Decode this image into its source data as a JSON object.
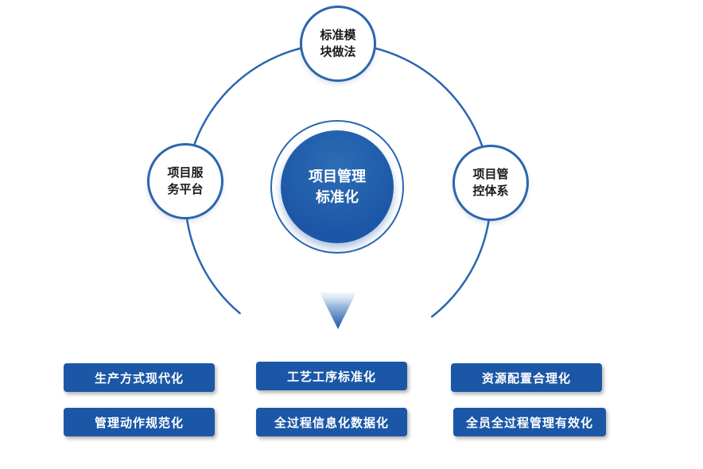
{
  "diagram": {
    "center_node": {
      "line1": "项目管理",
      "line2": "标准化"
    },
    "satellites": {
      "top": {
        "line1": "标准模",
        "line2": "块做法"
      },
      "left": {
        "line1": "项目服",
        "line2": "务平台"
      },
      "right": {
        "line1": "项目管",
        "line2": "控体系"
      }
    },
    "outcome_boxes": [
      {
        "label": "生产方式现代化"
      },
      {
        "label": "工艺工序标准化"
      },
      {
        "label": "资源配置合理化"
      },
      {
        "label": "管理动作规范化"
      },
      {
        "label": "全过程信息化数据化"
      },
      {
        "label": "全员全过程管理有效化"
      }
    ],
    "icons": {
      "down_arrow": "down-arrow",
      "orbit_arc": "orbit-arc"
    },
    "colors": {
      "primary_blue": "#1b57a6",
      "ring_blue": "#2a66ae",
      "circle_fill_light": "#2e6cb5",
      "text_dark": "#1a1a1a",
      "text_white": "#ffffff",
      "background": "#ffffff"
    }
  }
}
